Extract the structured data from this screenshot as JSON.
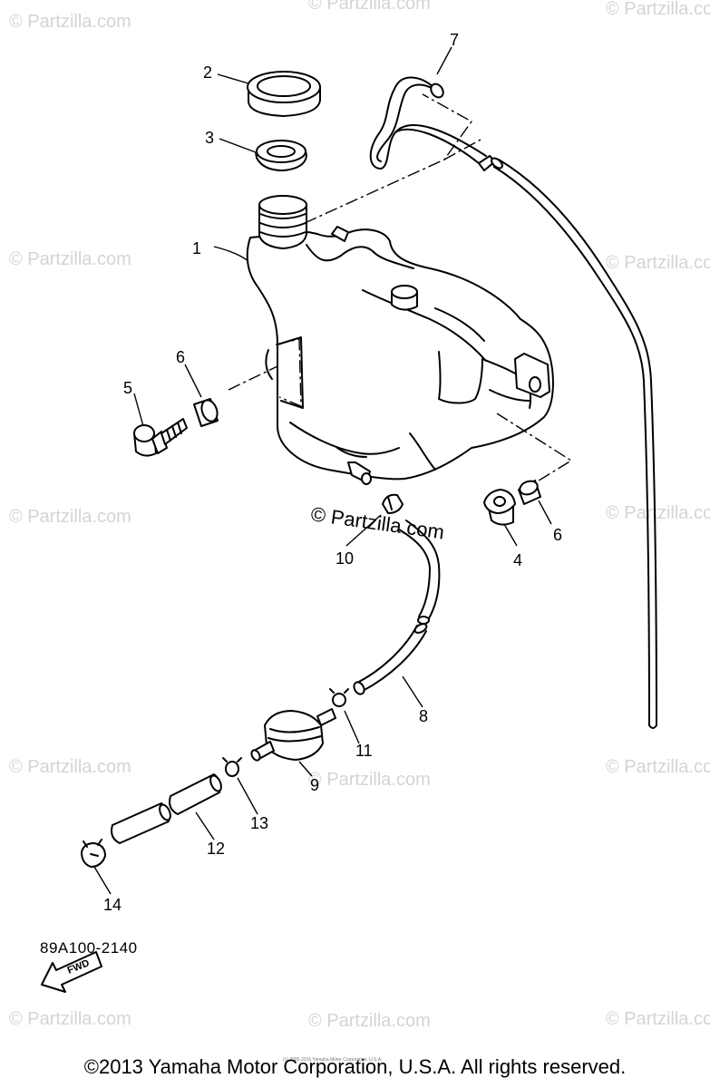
{
  "watermark": "© Partzilla.com",
  "center_watermark": "© Partzilla.com",
  "callouts": {
    "c1": "1",
    "c2": "2",
    "c3": "3",
    "c4": "4",
    "c5": "5",
    "c6a": "6",
    "c6b": "6",
    "c7": "7",
    "c8": "8",
    "c9": "9",
    "c10": "10",
    "c11": "11",
    "c12": "12",
    "c13": "13",
    "c14": "14"
  },
  "fwd_label": "FWD",
  "diagram_code": "89A100-2140",
  "copyright": "©2013 Yamaha Motor Corporation, U.S.A. All rights reserved.",
  "tiny_copyright": "(c) 2005-2016 Yamaha Motor Corporation, U.S.A."
}
